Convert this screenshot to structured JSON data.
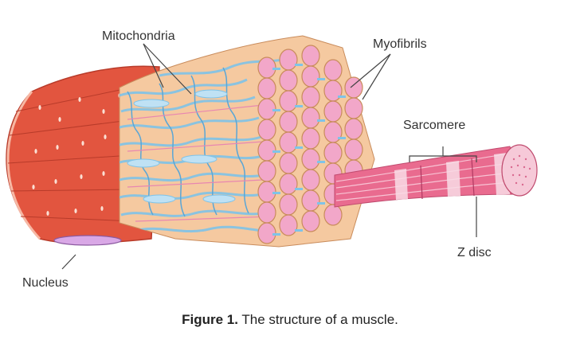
{
  "labels": {
    "mitochondria": "Mitochondria",
    "myofibrils": "Myofibrils",
    "sarcomere": "Sarcomere",
    "z_disc": "Z disc",
    "nucleus": "Nucleus"
  },
  "caption": {
    "prefix": "Figure 1.",
    "text": " The structure of a muscle."
  },
  "colors": {
    "muscle_red": "#e2553f",
    "muscle_light": "#f39a83",
    "myofibril_pink": "#f2a7c9",
    "membrane_tan": "#f5c9a0",
    "mitochondria_blue": "#7fc3e8",
    "nucleus_purple": "#d9a8e6",
    "leader_line": "#444444"
  }
}
